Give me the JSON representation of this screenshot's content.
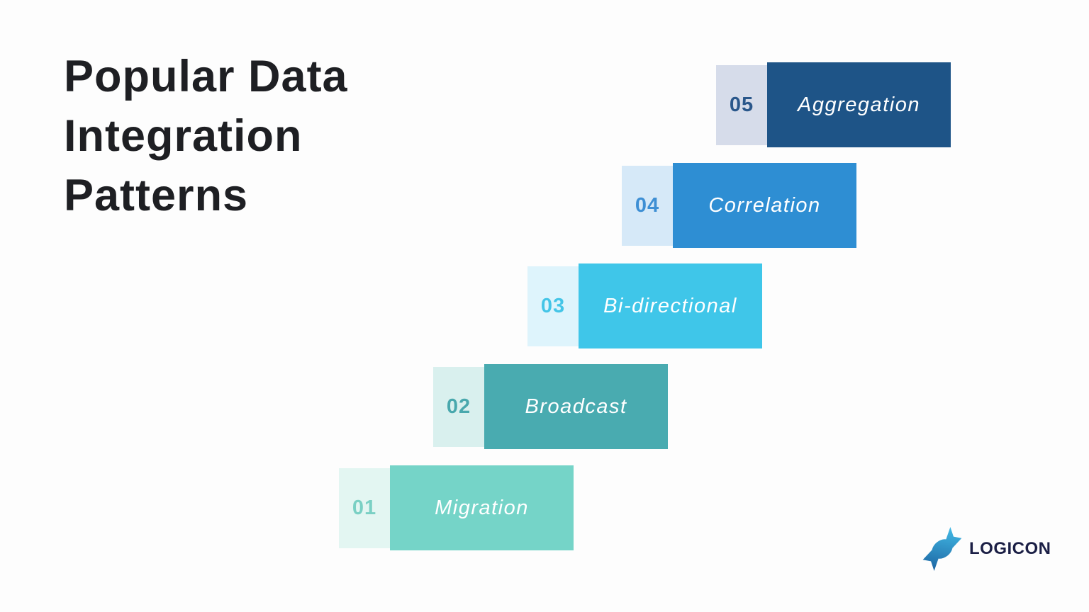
{
  "page": {
    "background": "#fdfdfd"
  },
  "title": {
    "lines": [
      "Popular Data",
      "Integration",
      "Patterns"
    ],
    "color": "#1e1f23"
  },
  "steps": [
    {
      "number": "01",
      "label": "Migration",
      "bar_color": "#75d4c8",
      "num_bg": "#e3f6f2",
      "num_color": "#7ad0c4",
      "label_color": "#ffffff"
    },
    {
      "number": "02",
      "label": "Broadcast",
      "bar_color": "#49abb0",
      "num_bg": "#d9f0ee",
      "num_color": "#49a8ad",
      "label_color": "#ffffff"
    },
    {
      "number": "03",
      "label": "Bi-directional",
      "bar_color": "#3fc6e9",
      "num_bg": "#def4fc",
      "num_color": "#44c5e7",
      "label_color": "#ffffff"
    },
    {
      "number": "04",
      "label": "Correlation",
      "bar_color": "#2e8ed3",
      "num_bg": "#d6e9f8",
      "num_color": "#3e8fd4",
      "label_color": "#ffffff"
    },
    {
      "number": "05",
      "label": "Aggregation",
      "bar_color": "#1e5487",
      "num_bg": "#d6dcea",
      "num_color": "#2a578b",
      "label_color": "#ffffff"
    }
  ],
  "logo": {
    "text": "LOGICON",
    "text_color": "#1b1f45",
    "mark_gradient_start": "#1a5f9e",
    "mark_gradient_end": "#45c0ea"
  }
}
